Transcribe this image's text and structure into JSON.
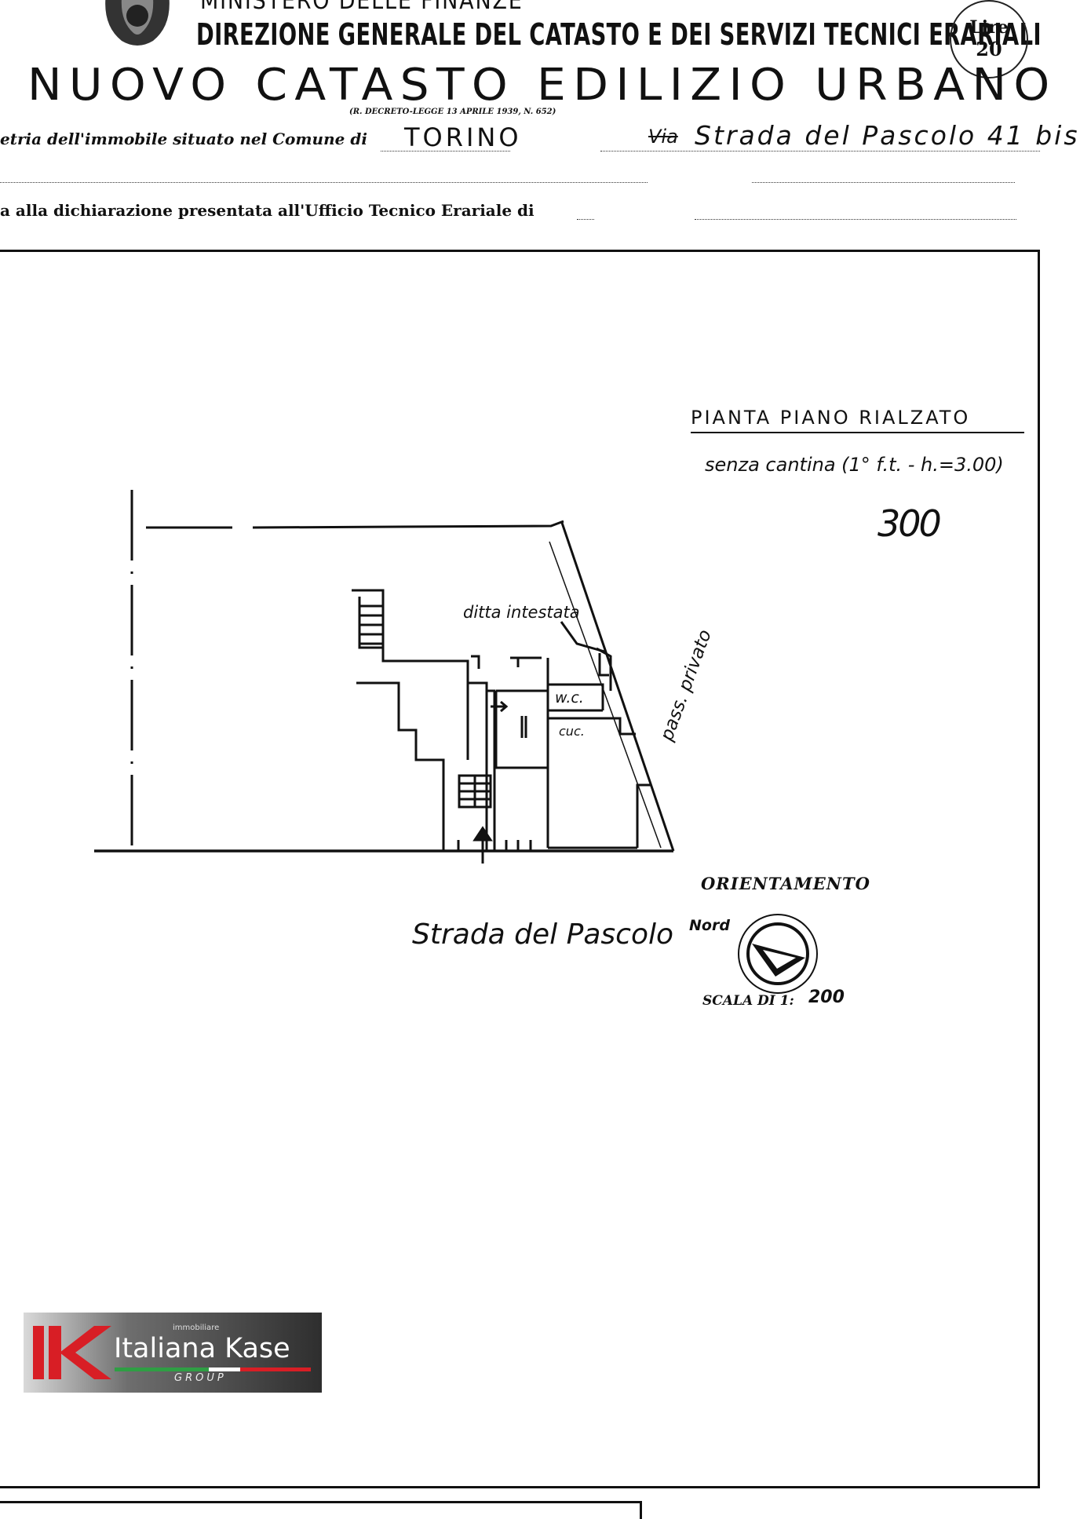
{
  "header": {
    "ministry": "MINISTERO DELLE FINANZE",
    "direzione": "DIREZIONE GENERALE DEL CATASTO E DEI SERVIZI TECNICI ERARIALI",
    "title": "NUOVO CATASTO EDILIZIO URBANO",
    "decreto": "(R. DECRETO-LEGGE 13 APRILE 1939, N. 652)",
    "stamp_line1": "Lire",
    "stamp_line2": "20"
  },
  "form": {
    "row1_label": "etria dell'immobile situato nel Comune di",
    "comune_value": "TORINO",
    "via_struck": "Via",
    "address_value": "Strada del Pascolo 41 bis",
    "row2_label": "a alla dichiarazione presentata all'Ufficio Tecnico Erariale di"
  },
  "plan": {
    "title": "PIANTA PIANO RIALZATO",
    "subtitle": "senza cantina (1° f.t. - h.=3.00)",
    "number": "300",
    "label_ditta": "ditta intestata",
    "label_wc": "w.c.",
    "label_cuc": "cuc.",
    "label_pass": "pass. privato",
    "street": "Strada del Pascolo",
    "orientamento": "ORIENTAMENTO",
    "nord": "Nord",
    "scala_label": "SCALA DI 1:",
    "scala_value": "200"
  },
  "logo": {
    "small": "immobiliare",
    "name": "Italiana Kase",
    "group": "GROUP",
    "colors": {
      "red": "#d81e25",
      "green": "#2f9e44",
      "white": "#ffffff"
    }
  }
}
